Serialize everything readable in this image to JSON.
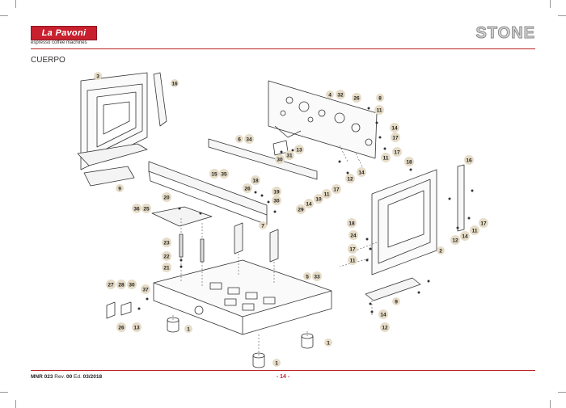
{
  "header": {
    "logo_text": "La Pavoni",
    "logo_sub": "espresso coffee machines",
    "brand": "STONE",
    "section_title": "CUERPO"
  },
  "footer": {
    "doc_code": "MNR 023",
    "rev_label": "Rev.",
    "rev_value": "00",
    "ed_label": "Ed.",
    "ed_value": "03/2018",
    "page": "- 14 -"
  },
  "callouts": [
    {
      "id": "c-3",
      "text": "3"
    },
    {
      "id": "c-16a",
      "text": "16"
    },
    {
      "id": "c-9a",
      "text": "9"
    },
    {
      "id": "c-4",
      "text": "4"
    },
    {
      "id": "c-32",
      "text": "32"
    },
    {
      "id": "c-26a",
      "text": "26"
    },
    {
      "id": "c-8",
      "text": "8"
    },
    {
      "id": "c-11a",
      "text": "11"
    },
    {
      "id": "c-14a",
      "text": "14"
    },
    {
      "id": "c-17a",
      "text": "17"
    },
    {
      "id": "c-11b",
      "text": "11"
    },
    {
      "id": "c-17b",
      "text": "17"
    },
    {
      "id": "c-6",
      "text": "6"
    },
    {
      "id": "c-34",
      "text": "34"
    },
    {
      "id": "c-13a",
      "text": "13"
    },
    {
      "id": "c-31",
      "text": "31"
    },
    {
      "id": "c-30a",
      "text": "30"
    },
    {
      "id": "c-14b",
      "text": "14"
    },
    {
      "id": "c-12a",
      "text": "12"
    },
    {
      "id": "c-18a",
      "text": "18"
    },
    {
      "id": "c-16b",
      "text": "16"
    },
    {
      "id": "c-15",
      "text": "15"
    },
    {
      "id": "c-35",
      "text": "35"
    },
    {
      "id": "c-18b",
      "text": "18"
    },
    {
      "id": "c-26b",
      "text": "26"
    },
    {
      "id": "c-19",
      "text": "19"
    },
    {
      "id": "c-30b",
      "text": "30"
    },
    {
      "id": "c-29",
      "text": "29"
    },
    {
      "id": "c-10",
      "text": "10"
    },
    {
      "id": "c-14c",
      "text": "14"
    },
    {
      "id": "c-11c",
      "text": "11"
    },
    {
      "id": "c-17c",
      "text": "17"
    },
    {
      "id": "c-20",
      "text": "20"
    },
    {
      "id": "c-36",
      "text": "36"
    },
    {
      "id": "c-25",
      "text": "25"
    },
    {
      "id": "c-7",
      "text": "7"
    },
    {
      "id": "c-18c",
      "text": "18"
    },
    {
      "id": "c-24",
      "text": "24"
    },
    {
      "id": "c-17d",
      "text": "17"
    },
    {
      "id": "c-11d",
      "text": "11"
    },
    {
      "id": "c-14d",
      "text": "14"
    },
    {
      "id": "c-11e",
      "text": "11"
    },
    {
      "id": "c-17e",
      "text": "17"
    },
    {
      "id": "c-12b",
      "text": "12"
    },
    {
      "id": "c-2",
      "text": "2"
    },
    {
      "id": "c-23",
      "text": "23"
    },
    {
      "id": "c-22",
      "text": "22"
    },
    {
      "id": "c-21",
      "text": "21"
    },
    {
      "id": "c-5",
      "text": "5"
    },
    {
      "id": "c-33",
      "text": "33"
    },
    {
      "id": "c-27",
      "text": "27"
    },
    {
      "id": "c-28",
      "text": "28"
    },
    {
      "id": "c-30c",
      "text": "30"
    },
    {
      "id": "c-37",
      "text": "37"
    },
    {
      "id": "c-26c",
      "text": "26"
    },
    {
      "id": "c-13b",
      "text": "13"
    },
    {
      "id": "c-9b",
      "text": "9"
    },
    {
      "id": "c-14e",
      "text": "14"
    },
    {
      "id": "c-12c",
      "text": "12"
    },
    {
      "id": "c-1a",
      "text": "1"
    },
    {
      "id": "c-1b",
      "text": "1"
    },
    {
      "id": "c-1c",
      "text": "1"
    }
  ]
}
